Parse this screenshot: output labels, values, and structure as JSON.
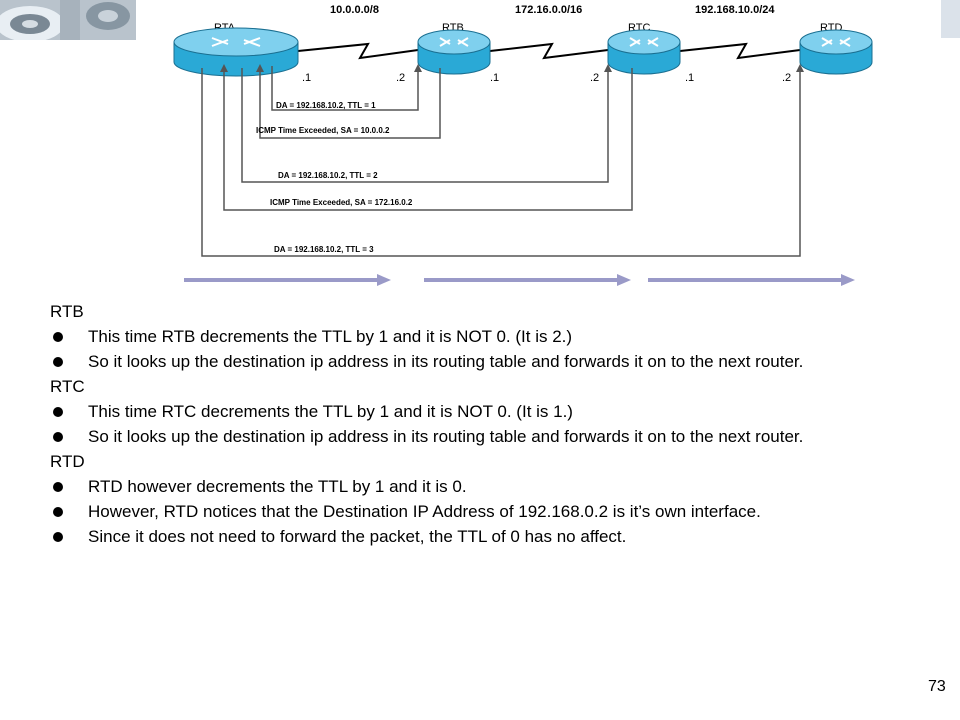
{
  "diagram": {
    "networks": [
      "10.0.0.0/8",
      "172.16.0.0/16",
      "192.168.10.0/24"
    ],
    "routers": [
      {
        "id": "RTA",
        "name": "RTA"
      },
      {
        "id": "RTB",
        "name": "RTB"
      },
      {
        "id": "RTC",
        "name": "RTC"
      },
      {
        "id": "RTD",
        "name": "RTD"
      }
    ],
    "interfaces": [
      ".1",
      ".2",
      ".1",
      ".2",
      ".1",
      ".2"
    ],
    "packets": [
      "DA = 192.168.10.2,   TTL = 1",
      "ICMP Time Exceeded, SA =  10.0.0.2",
      "DA = 192.168.10.2,   TTL = 2",
      "ICMP Time Exceeded, SA =  172.16.0.2",
      "DA = 192.168.10.2,   TTL = 3"
    ],
    "colors": {
      "router_body": "#2aa9d6",
      "router_top": "#7fd0ee",
      "trace_line": "#555555",
      "flow_arrow": "#9a9ac8"
    }
  },
  "sections": [
    {
      "heading": "RTB",
      "bullets": [
        "This time RTB decrements the TTL by 1 and it is NOT 0.  (It is 2.)",
        "So it looks up the destination ip address in its routing table and forwards it on to the next router."
      ]
    },
    {
      "heading": "RTC",
      "bullets": [
        "This time RTC  decrements the TTL by 1 and it is NOT 0.  (It is 1.)",
        "So it looks up the destination ip address in its routing table and forwards it on to the next router."
      ]
    },
    {
      "heading": "RTD",
      "bullets": [
        "RTD however decrements the TTL by 1 and it is 0.",
        "However, RTD notices that the Destination IP Address of 192.168.0.2 is it’s own interface.",
        "Since it does not need to forward the packet, the TTL of 0 has no affect."
      ]
    }
  ],
  "slide_number": "73"
}
